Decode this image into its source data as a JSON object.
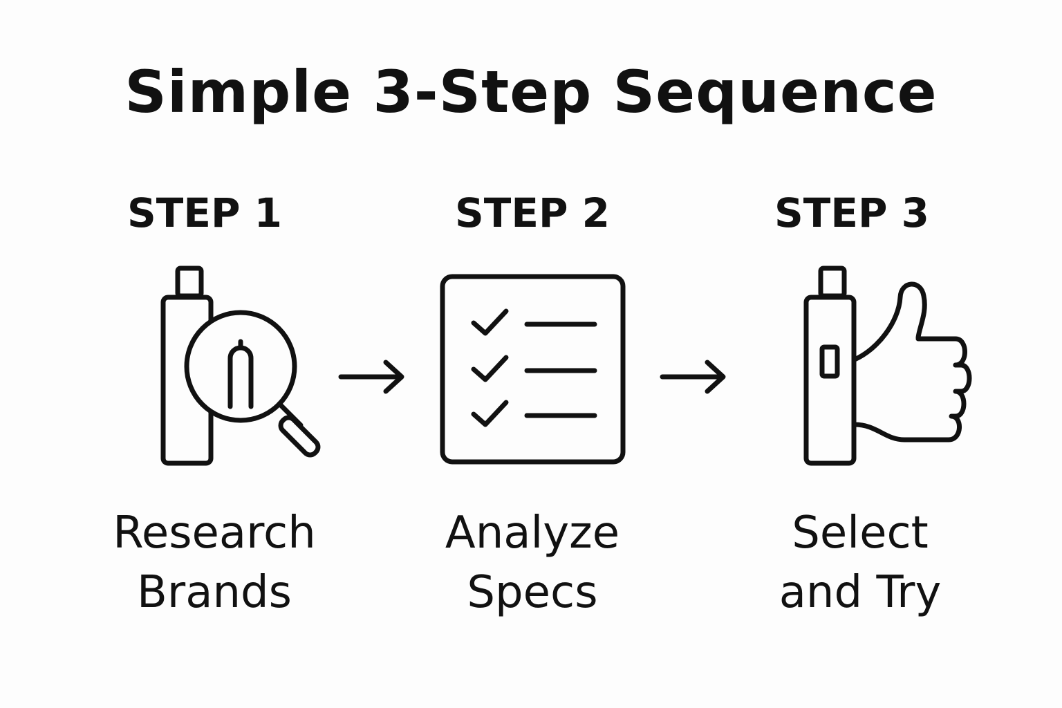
{
  "title": "Simple 3-Step Sequence",
  "steps": [
    {
      "label": "STEP 1",
      "caption_line1": "Research",
      "caption_line2": "Brands",
      "icon": "vape-pen-magnifier-icon"
    },
    {
      "label": "STEP 2",
      "caption_line1": "Analyze",
      "caption_line2": "Specs",
      "icon": "checklist-icon"
    },
    {
      "label": "STEP 3",
      "caption_line1": "Select",
      "caption_line2": "and Try",
      "icon": "vape-pen-thumbs-up-icon"
    }
  ],
  "connectors": [
    "arrow-right-icon",
    "arrow-right-icon"
  ],
  "colors": {
    "background": "#fdfdfd",
    "ink": "#111111"
  }
}
